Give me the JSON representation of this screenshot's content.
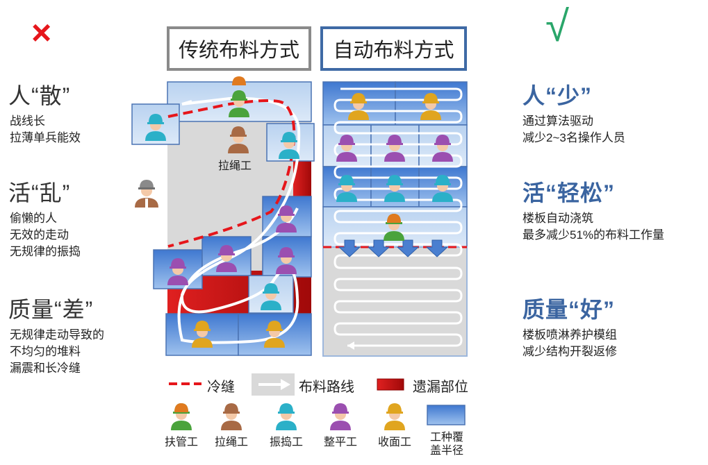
{
  "marks": {
    "wrong": "×",
    "right": "√"
  },
  "left": {
    "sections": [
      {
        "title": "人“散”",
        "lines": "战线长\n拉薄单兵能效"
      },
      {
        "title": "活“乱”",
        "lines": "偷懒的人\n无效的走动\n无规律的振捣"
      },
      {
        "title": "质量“差”",
        "lines": "无规律走动导致的\n不均匀的堆料\n漏震和长冷缝"
      }
    ]
  },
  "right": {
    "sections": [
      {
        "title": "人“少”",
        "lines": "通过算法驱动\n减少2~3名操作人员"
      },
      {
        "title": "活“轻松”",
        "lines": "楼板自动浇筑\n最多减少51%的布料工作量"
      },
      {
        "title": "质量“好”",
        "lines": "楼板喷淋养护模组\n减少结构开裂返修"
      }
    ]
  },
  "diagram": {
    "traditional_title": "传统布料方式",
    "automatic_title": "自动布料方式",
    "rope_worker_label": "拉绳工"
  },
  "legend": {
    "cold_joint": "冷缝",
    "route": "布料路线",
    "missed": "遗漏部位"
  },
  "workers": [
    {
      "key": "pipe",
      "label": "扶管工"
    },
    {
      "key": "rope",
      "label": "拉绳工"
    },
    {
      "key": "vibrate",
      "label": "振捣工"
    },
    {
      "key": "level",
      "label": "整平工"
    },
    {
      "key": "finish",
      "label": "收面工"
    },
    {
      "key": "coverage",
      "label": "工种覆盖半径"
    }
  ],
  "colors": {
    "accent_blue": "#3a64a0",
    "red": "#e6161b",
    "green": "#2aa66a",
    "coverage": "#5b8fd8",
    "missed": "#b50d0d",
    "slab": "#d9d9d9"
  },
  "icons": {
    "helmet_orange": "pipe-worker-icon",
    "helmet_brown": "rope-worker-icon",
    "helmet_cyan": "vibrate-worker-icon",
    "helmet_purple": "level-worker-icon",
    "helmet_yellow": "finish-worker-icon"
  }
}
